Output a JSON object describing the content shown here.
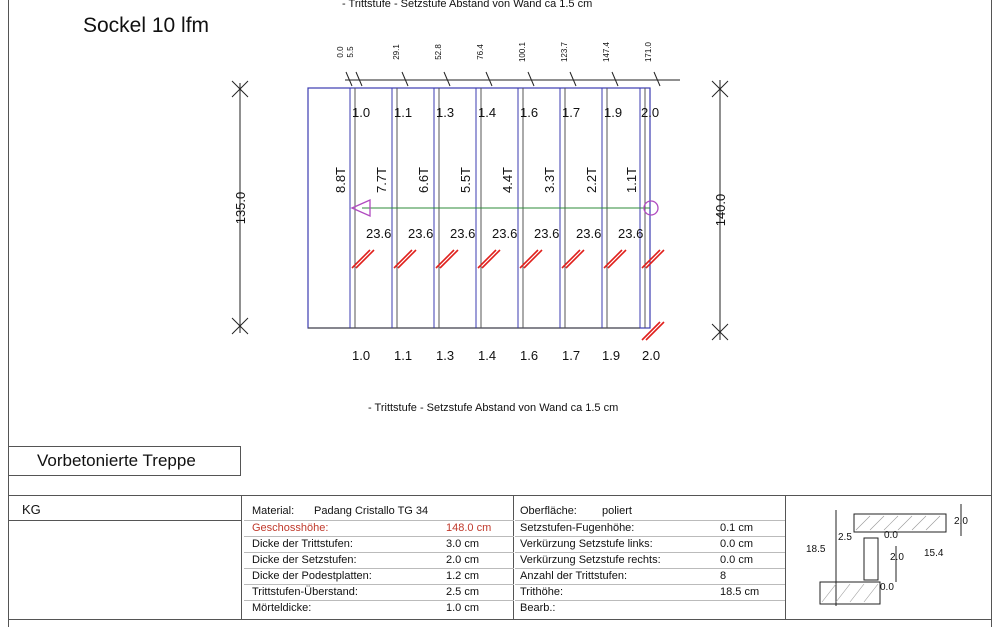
{
  "header": {
    "title": "Sockel 10 lfm",
    "note_top": "- Trittstufe - Setzstufe Abstand von Wand ca 1.5 cm",
    "note_bottom": "- Trittstufe - Setzstufe Abstand von Wand ca 1.5 cm"
  },
  "plan": {
    "top_measures": [
      "0.0",
      "5.5",
      "29.1",
      "52.8",
      "76.4",
      "100.1",
      "123.7",
      "147.4",
      "171.0"
    ],
    "inner_step_labels": [
      "1.0",
      "1.1",
      "1.3",
      "1.4",
      "1.6",
      "1.7",
      "1.9",
      "2.0"
    ],
    "bottom_step_labels": [
      "1.0",
      "1.1",
      "1.3",
      "1.4",
      "1.6",
      "1.7",
      "1.9",
      "2.0"
    ],
    "tread_labels": [
      "8.8T",
      "7.7T",
      "6.6T",
      "5.5T",
      "4.4T",
      "3.3T",
      "2.2T",
      "1.1T"
    ],
    "depth_labels": [
      "23.6",
      "23.6",
      "23.6",
      "23.6",
      "23.6",
      "23.6",
      "23.6"
    ],
    "left_dimension": "135.0",
    "right_dimension": "140.0",
    "line_color": "#3b3bb0",
    "hatch_color": "#e0201c"
  },
  "titleblock": {
    "sheet_title": "Vorbetonierte Treppe",
    "floor": "KG",
    "left_col": [
      {
        "label": "Material:",
        "value": "Padang Cristallo TG 34"
      },
      {
        "label": "Geschosshöhe:",
        "value": "148.0 cm"
      },
      {
        "label": "Dicke der Trittstufen:",
        "value": "3.0 cm"
      },
      {
        "label": "Dicke der Setzstufen:",
        "value": "2.0 cm"
      },
      {
        "label": "Dicke der Podestplatten:",
        "value": "1.2 cm"
      },
      {
        "label": "Trittstufen-Überstand:",
        "value": "2.5 cm"
      },
      {
        "label": "Mörteldicke:",
        "value": "1.0 cm"
      }
    ],
    "right_col": [
      {
        "label": "Oberfläche:",
        "value": "poliert"
      },
      {
        "label": "Setzstufen-Fugenhöhe:",
        "value": "0.1 cm"
      },
      {
        "label": "Verkürzung Setzstufe links:",
        "value": "0.0 cm"
      },
      {
        "label": "Verkürzung Setzstufe rechts:",
        "value": "0.0 cm"
      },
      {
        "label": "Anzahl der Trittstufen:",
        "value": "8"
      },
      {
        "label": "Trithöhe:",
        "value": "18.5 cm"
      },
      {
        "label": "Bearb.:",
        "value": ""
      }
    ],
    "detail": {
      "dims": [
        "2.0",
        "2.5",
        "0.0",
        "18.5",
        "2.0",
        "15.4",
        "0.0"
      ]
    }
  }
}
